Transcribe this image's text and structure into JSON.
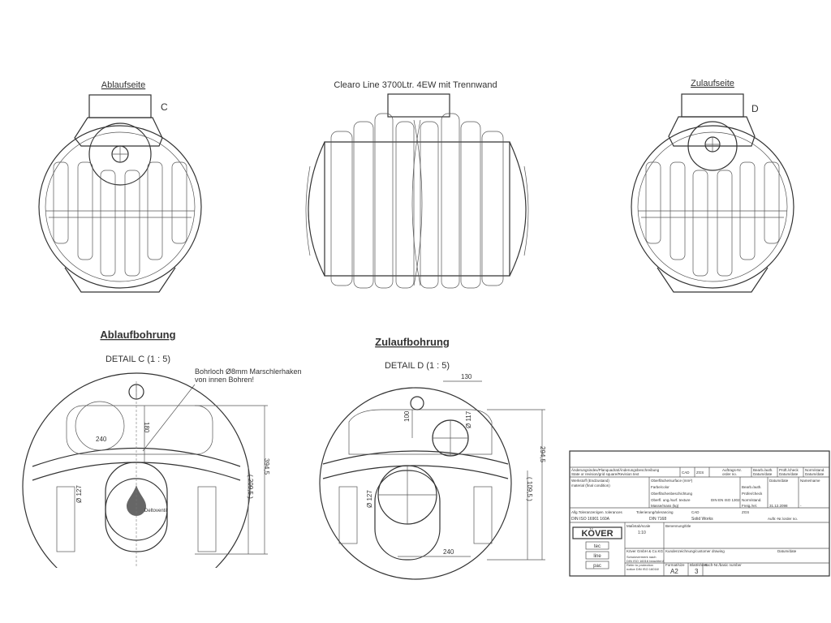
{
  "views": {
    "left_label": "Ablaufseite",
    "left_marker": "C",
    "center_label": "Clearo Line 3700Ltr. 4EW mit Trennwand",
    "right_label": "Zulaufseite",
    "right_marker": "D"
  },
  "detail_c": {
    "heading": "Ablaufbohrung",
    "title": "DETAIL C  (1 : 5)",
    "note_line1": "Bohrloch Ø8mm Marschlerhaken",
    "note_line2": "von innen Bohren!",
    "dims": {
      "d240": "240",
      "d180": "180",
      "d394": "394,5",
      "d209": "( 209,5 )",
      "d127": "Ø 127"
    },
    "drop_label": "Deltoventil"
  },
  "detail_d": {
    "heading": "Zulaufbohrung",
    "title": "DETAIL D  (1 : 5)",
    "dims": {
      "d130": "130",
      "d100": "100",
      "d117": "Ø 117",
      "d294": "294,5",
      "d109": "( 109,5 )",
      "d127": "Ø 127",
      "d240": "240"
    }
  },
  "title_block": {
    "row_changes": "Änderungsindex/Planquadrat/Änderungsbeschreibung",
    "row_changes2": "State or revision/grid square/Revision text",
    "cad": "CAD",
    "zgs": "ZGS",
    "order": "Auftrags-Nr.",
    "order2": "order no.",
    "edited": "Bearb./auth.",
    "edited2": "Datum/date",
    "checked": "Prüft./check",
    "checked2": "Datum/date",
    "norm": "Norm/stand.",
    "norm2": "Datum/date",
    "material": "Werkstoff (Endzustand)",
    "material2": "material (final condition)",
    "surface": "Oberfläche/surface (mm²)",
    "color": "Farbe/color",
    "coating": "Oberflächenbeschichtung",
    "texture": "Oberfl. ung./surf. texture",
    "din_iso": "DIN EN ISO 1302",
    "mass": "Masse/mass (kg)",
    "date_name": "Datum/date",
    "name": "Name/name",
    "bearb": "Bearb./auth.",
    "pruef": "Prüfer/check",
    "norm_short": "Norm/stand.",
    "freig": "Freig./rel.",
    "date_val": "31.12.2098",
    "dash": "-",
    "tolerance": "Allg.Toleranzen/gen. tolerances",
    "tolerance2": "Tolerierung/tolerancing",
    "tol_val": "DIN ISO 16901 160A",
    "tol_val2": "DIN 7168",
    "cad_label": "CAD",
    "cad_val": "Solid Works",
    "zgs_short": "ZGS",
    "auftr": "Auftr.-Nr./order no.",
    "company_k": "KÖVER",
    "tec": "tec",
    "line": "line",
    "pac": "pac",
    "scale_label": "Maßstab/scale",
    "scale_val": "1:10",
    "title_label": "Benennung/title",
    "company_name": "Köver GmbH & Co.KG",
    "customer": "Kundenzeichnung/customer drawing",
    "date_label": "Datum/date",
    "protect1": "Schutzvermerk nach",
    "protect2": "DIN ISO 16016 beachten!",
    "protect3": "Refer to protection",
    "protect4": "notice DIN ISO 16016!",
    "format_label": "Format/size",
    "format_val": "A2",
    "sheet_label": "Blatt/sheet",
    "sheet_val": "3",
    "basic_label": "Sach-Nr./basic number"
  }
}
